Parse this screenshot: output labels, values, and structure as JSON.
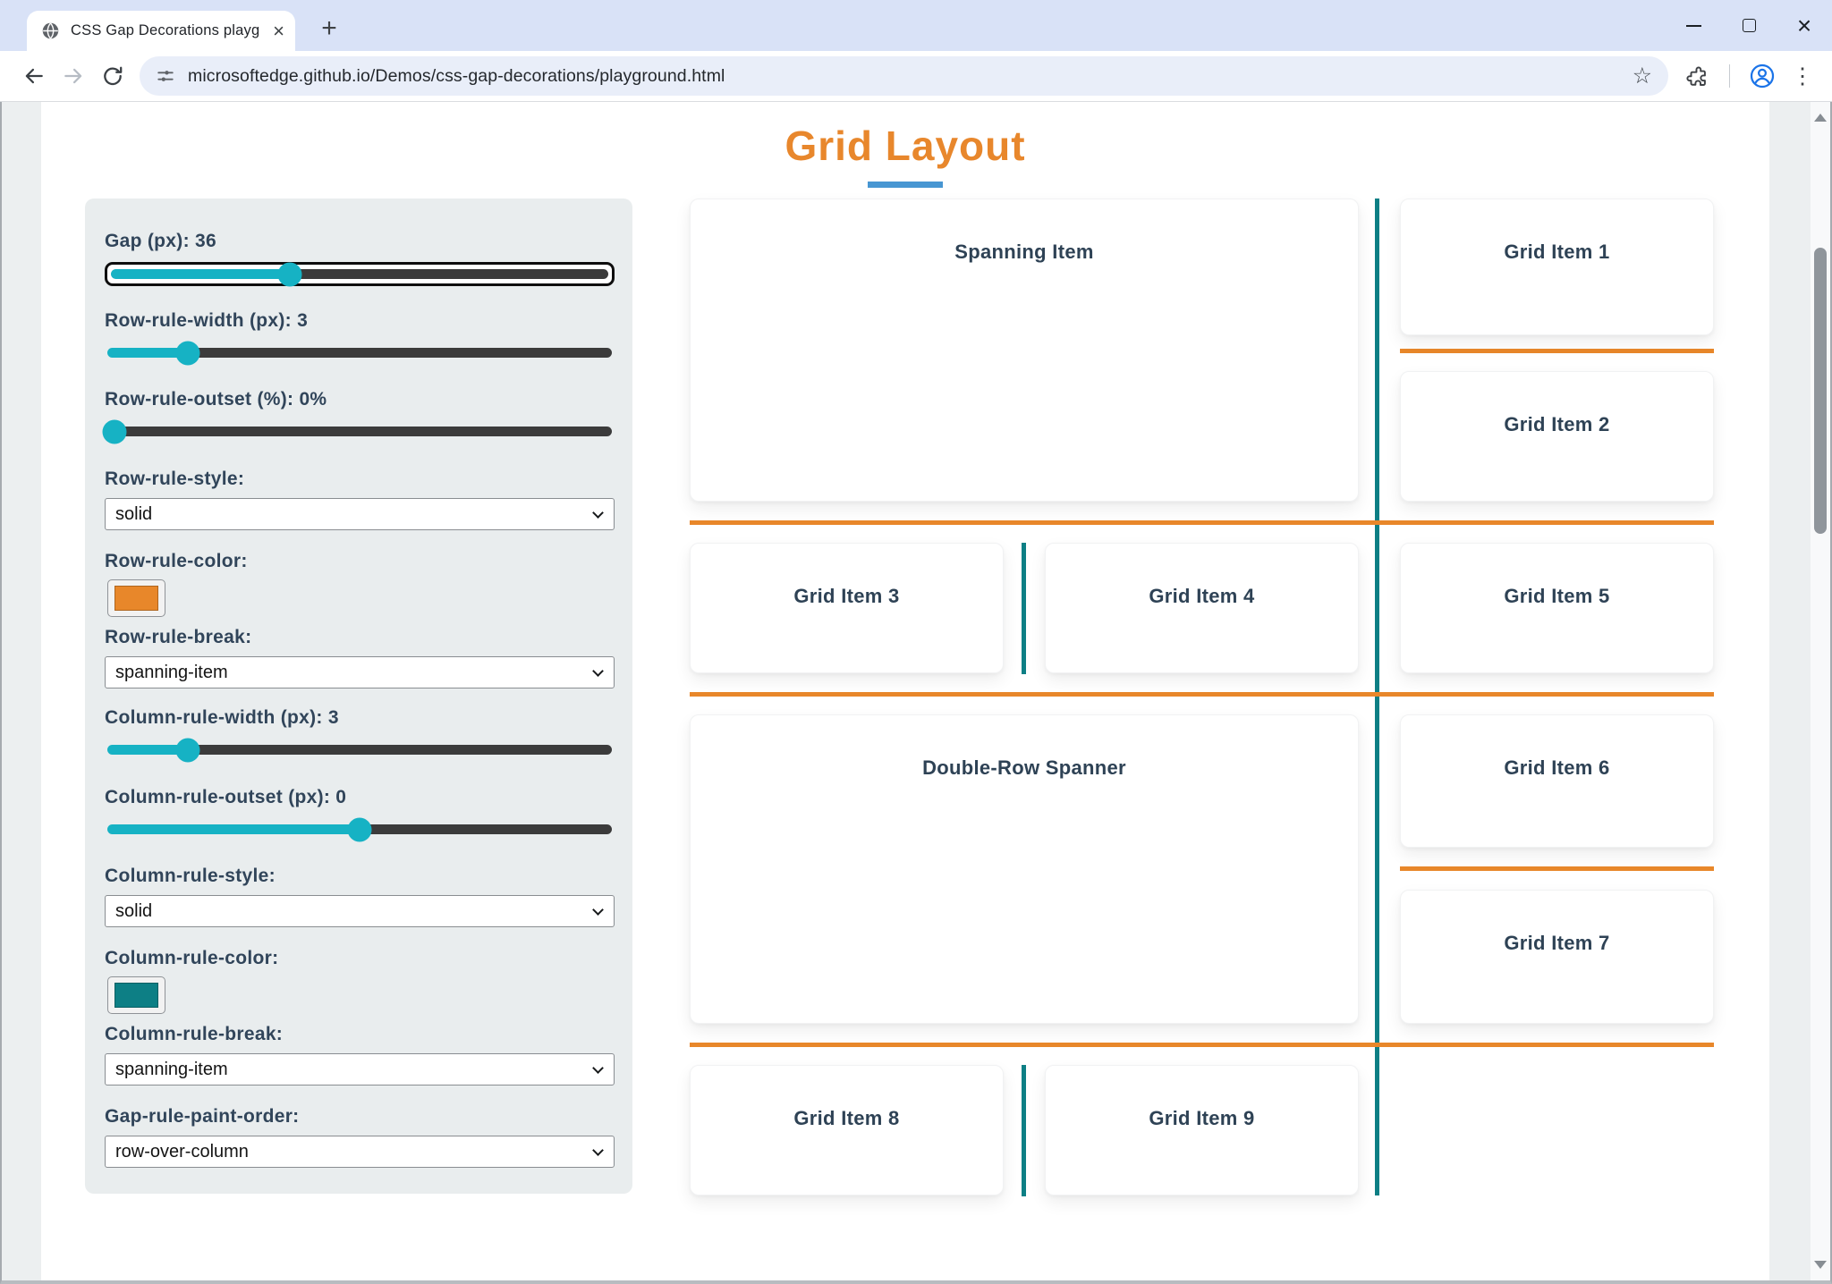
{
  "browser": {
    "tab_title": "CSS Gap Decorations playgroun",
    "url": "microsoftedge.github.io/Demos/css-gap-decorations/playground.html"
  },
  "page": {
    "title": "Grid Layout"
  },
  "colors": {
    "title_orange": "#e8872c",
    "title_underline_blue": "#4796d2",
    "row_rule_orange": "#e8872a",
    "column_rule_teal": "#0d7f85",
    "slider_teal": "#16b2c4"
  },
  "sidebar": {
    "controls": [
      {
        "type": "slider",
        "label": "Gap (px): 36",
        "value": 36,
        "fill": "36%",
        "focused": true
      },
      {
        "type": "slider",
        "label": "Row-rule-width (px): 3",
        "value": 3,
        "fill": "16%"
      },
      {
        "type": "slider",
        "label": "Row-rule-outset (%): 0%",
        "value": 0,
        "fill": "1.5%"
      },
      {
        "type": "select",
        "label": "Row-rule-style:",
        "value": "solid"
      },
      {
        "type": "color",
        "label": "Row-rule-color:",
        "value": "#e8872a"
      },
      {
        "type": "select",
        "label": "Row-rule-break:",
        "value": "spanning-item"
      },
      {
        "type": "slider",
        "label": "Column-rule-width (px): 3",
        "value": 3,
        "fill": "16%"
      },
      {
        "type": "slider",
        "label": "Column-rule-outset (px): 0",
        "value": 0,
        "fill": "50%"
      },
      {
        "type": "select",
        "label": "Column-rule-style:",
        "value": "solid"
      },
      {
        "type": "color",
        "label": "Column-rule-color:",
        "value": "#0d7f85"
      },
      {
        "type": "select",
        "label": "Column-rule-break:",
        "value": "spanning-item"
      },
      {
        "type": "select",
        "label": "Gap-rule-paint-order:",
        "value": "row-over-column"
      }
    ]
  },
  "grid": {
    "items": [
      {
        "label": "Spanning Item"
      },
      {
        "label": "Grid Item 1"
      },
      {
        "label": "Grid Item 2"
      },
      {
        "label": "Grid Item 3"
      },
      {
        "label": "Grid Item 4"
      },
      {
        "label": "Grid Item 5"
      },
      {
        "label": "Double-Row Spanner"
      },
      {
        "label": "Grid Item 6"
      },
      {
        "label": "Grid Item 7"
      },
      {
        "label": "Grid Item 8"
      },
      {
        "label": "Grid Item 9"
      }
    ]
  }
}
